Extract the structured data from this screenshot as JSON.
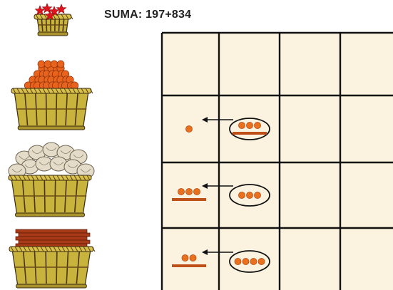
{
  "title": "SUMA: 197+834",
  "baskets": [
    {
      "name": "basket-red-stars",
      "contents": "red-stars",
      "color": "#e0141e"
    },
    {
      "name": "basket-oranges",
      "contents": "oranges",
      "color": "#e8641e"
    },
    {
      "name": "basket-shells",
      "contents": "shells",
      "color": "#e4dcc8"
    },
    {
      "name": "basket-bars",
      "contents": "bars",
      "color": "#a83a18"
    }
  ],
  "colors": {
    "dot": "#e8701e",
    "bar": "#c0501a",
    "grid_bg": "#fbf3df",
    "grid_line": "#111111",
    "basket": "#c8b43c"
  },
  "grid": {
    "columns": 4,
    "rows": 4,
    "cells": [
      {
        "row": 1,
        "col": 0,
        "result": {
          "dots": 1,
          "bars": 0
        },
        "circled": {
          "dots": 3,
          "bars": 1
        }
      },
      {
        "row": 2,
        "col": 0,
        "result": {
          "dots": 3,
          "bars": 1
        },
        "circled": {
          "dots": 3,
          "bars": 0
        }
      },
      {
        "row": 3,
        "col": 0,
        "result": {
          "dots": 2,
          "bars": 1
        },
        "circled": {
          "dots": 4,
          "bars": 0
        }
      }
    ]
  }
}
